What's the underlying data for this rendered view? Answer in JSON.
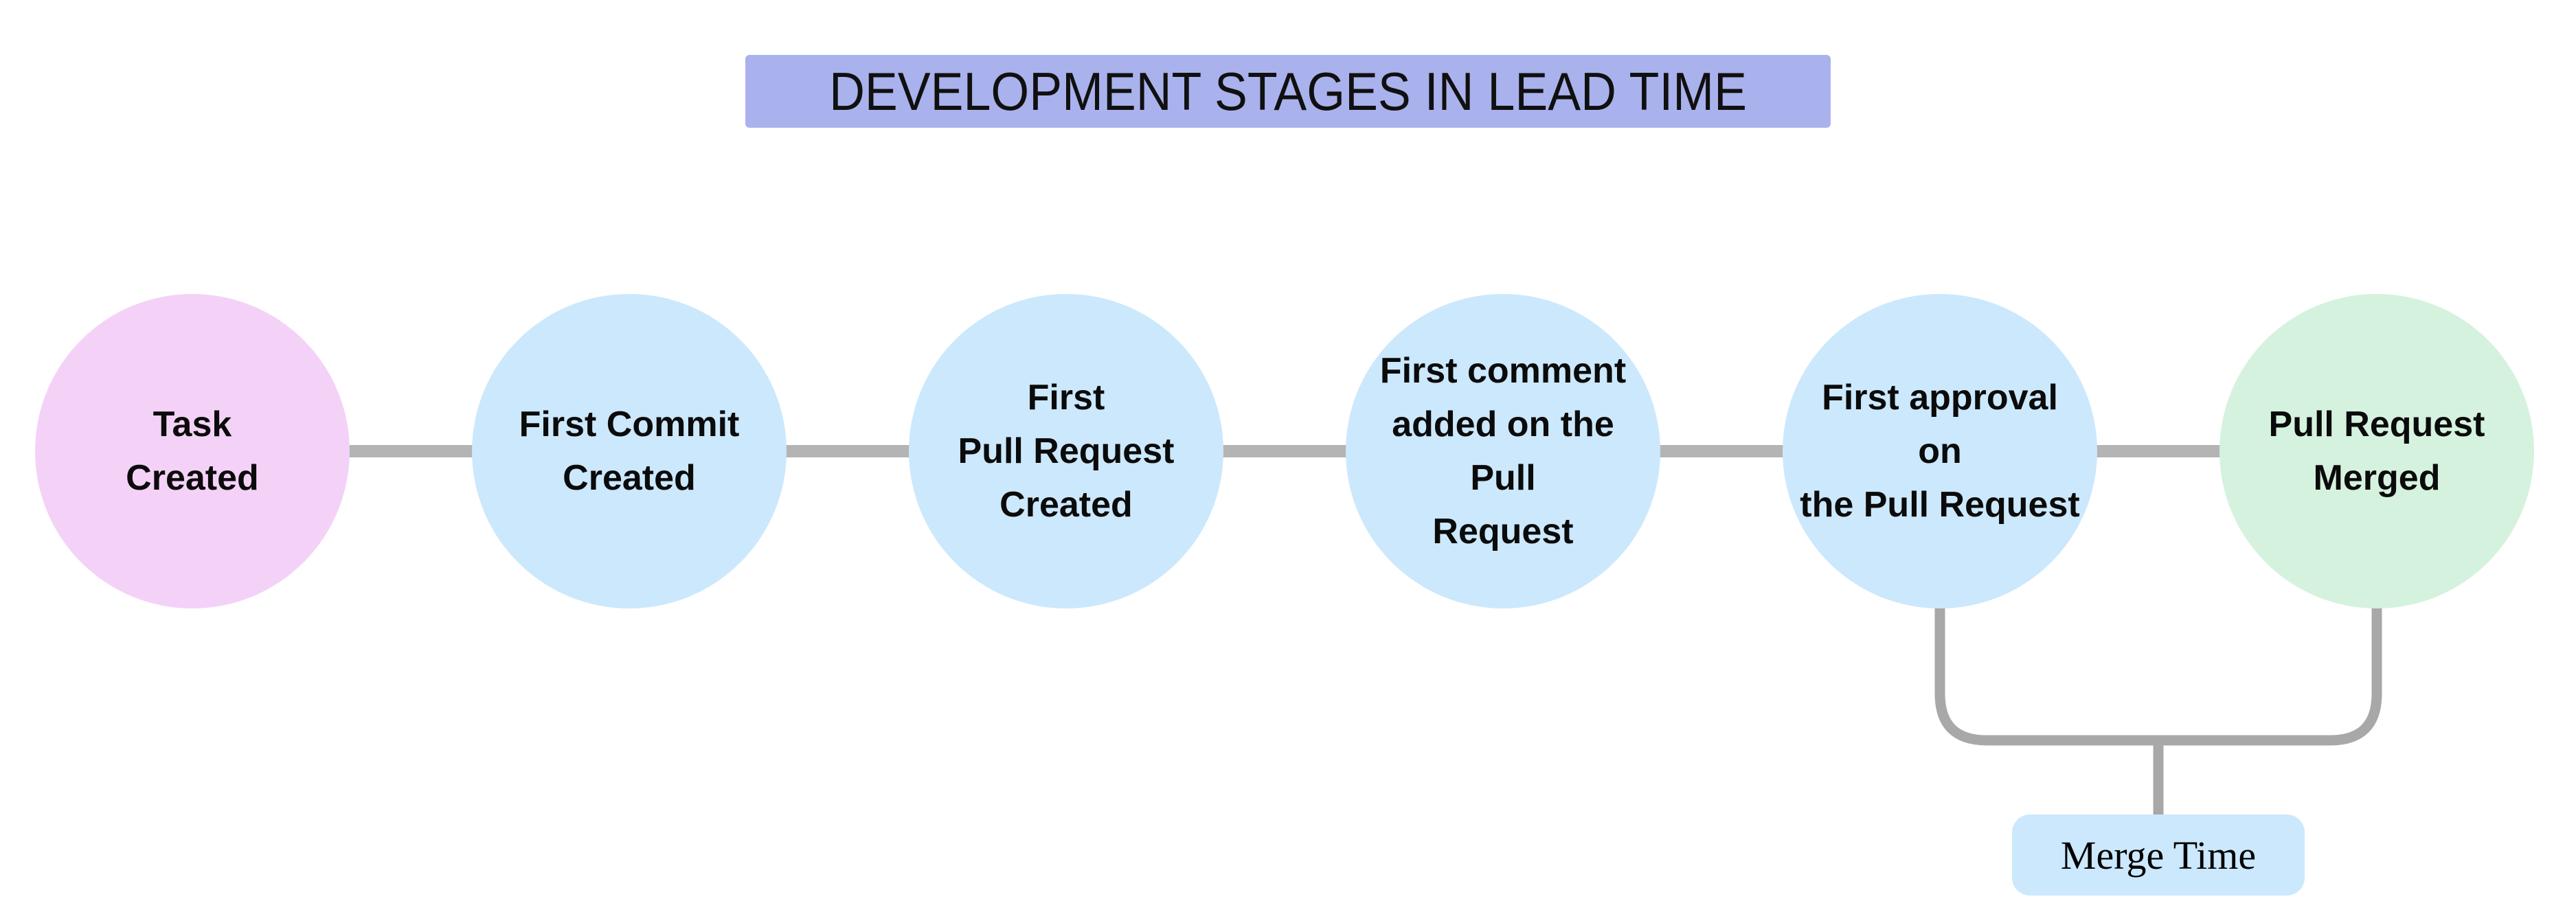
{
  "title": {
    "text": "DEVELOPMENT STAGES IN LEAD TIME"
  },
  "stages": [
    {
      "label": "Task\nCreated",
      "color": "#f4d2f8"
    },
    {
      "label": "First Commit\nCreated",
      "color": "#cce8fc"
    },
    {
      "label": "First\nPull Request\nCreated",
      "color": "#cce8fc"
    },
    {
      "label": "First comment\nadded on the Pull\nRequest",
      "color": "#cce8fc"
    },
    {
      "label": "First approval on\nthe Pull Request",
      "color": "#cce8fc"
    },
    {
      "label": "Pull Request\nMerged",
      "color": "#d5f2de"
    }
  ],
  "merge_annotation": {
    "label": "Merge Time",
    "color": "#cce8fc"
  },
  "colors": {
    "background": "#ffffff",
    "title_bg": "#a9b2ec",
    "connector": "#b4b4b4",
    "bracket": "#a8a8a8",
    "text": "#0b0b0b"
  }
}
